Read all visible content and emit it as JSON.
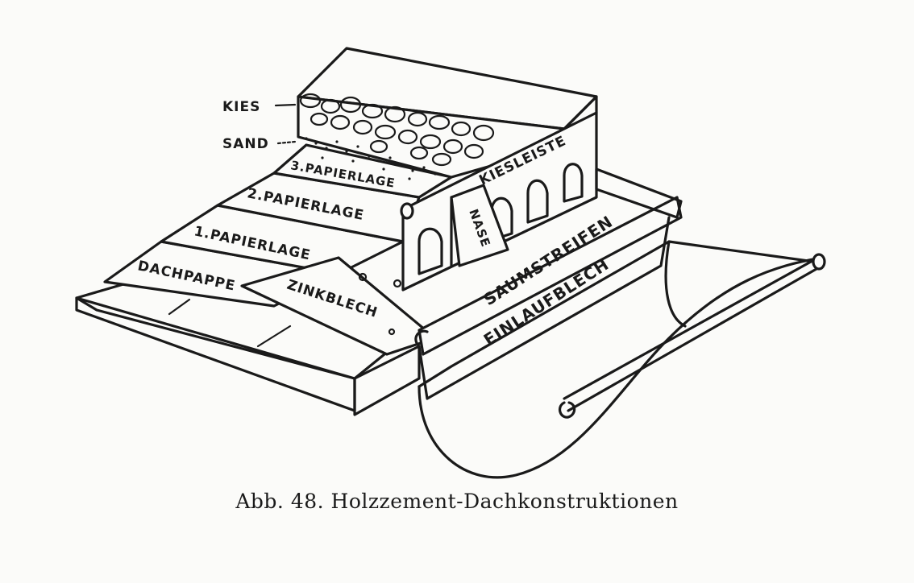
{
  "caption": "Abb. 48. Holzzement-Dachkonstruktionen",
  "labels": {
    "kies": "KIES",
    "sand": "SAND",
    "papierlage_3": "3.PAPIERLAGE",
    "papierlage_2": "2.PAPIERLAGE",
    "papierlage_1": "1.PAPIERLAGE",
    "dachpappe": "DACHPAPPE",
    "zinkblech": "ZINKBLECH",
    "kiesleiste": "KIESLEISTE",
    "nase": "NASE",
    "saumstreifen": "SAUMSTREIFEN",
    "einlaufblech": "EINLAUFBLECH"
  }
}
